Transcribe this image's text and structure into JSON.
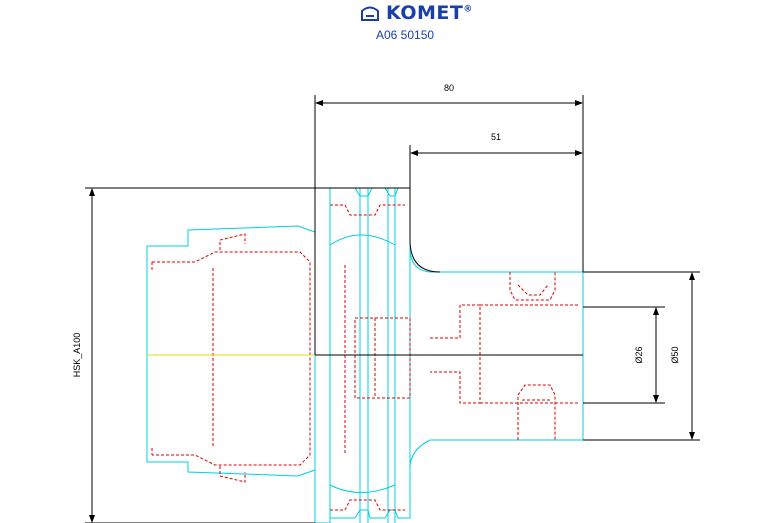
{
  "brand": {
    "name": "KOMET",
    "registered_mark": "®",
    "logo_icon": "komet-logo-icon",
    "color": "#1a3fa8"
  },
  "part_number": "A06 50150",
  "dimensions": {
    "overall_length": "80",
    "bore_length": "51",
    "shank": "HSK_A100",
    "bore_diameter": "Ø26",
    "outer_diameter": "Ø50"
  },
  "colors": {
    "outline": "#00d0e0",
    "hidden_lines": "#e00000",
    "dimension_lines": "#000000",
    "centerline": "#e0e000"
  }
}
